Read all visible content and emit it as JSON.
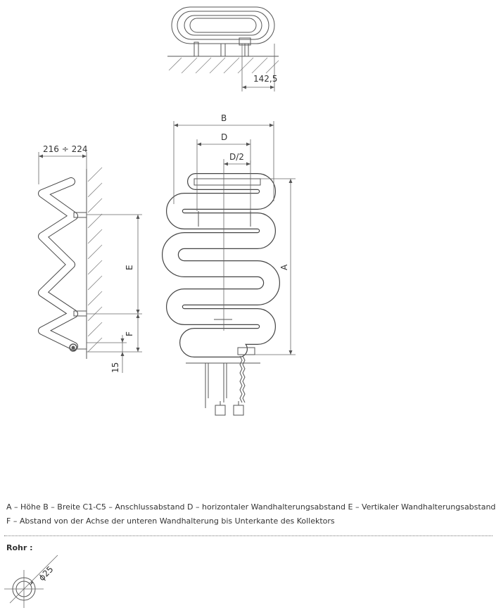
{
  "dimensions": {
    "top_offset": "142,5",
    "depth_range": "216 ÷ 224",
    "height": "A",
    "width": "B",
    "bracket_horizontal": "D",
    "bracket_half": "D/2",
    "bracket_vertical": "E",
    "bracket_to_collector": "F",
    "bottom_offset": "15"
  },
  "legend": {
    "line1": "A – Höhe   B – Breite   C1-C5 – Anschlussabstand   D – horizontaler Wandhalterungsabstand   E – Vertikaler Wandhalterungsabstand",
    "line2": "F  –  Abstand von der Achse der unteren Wandhalterung bis Unterkante des Kollektors"
  },
  "pipe_section": {
    "heading": "Rohr :",
    "diameter": "ϕ25"
  }
}
